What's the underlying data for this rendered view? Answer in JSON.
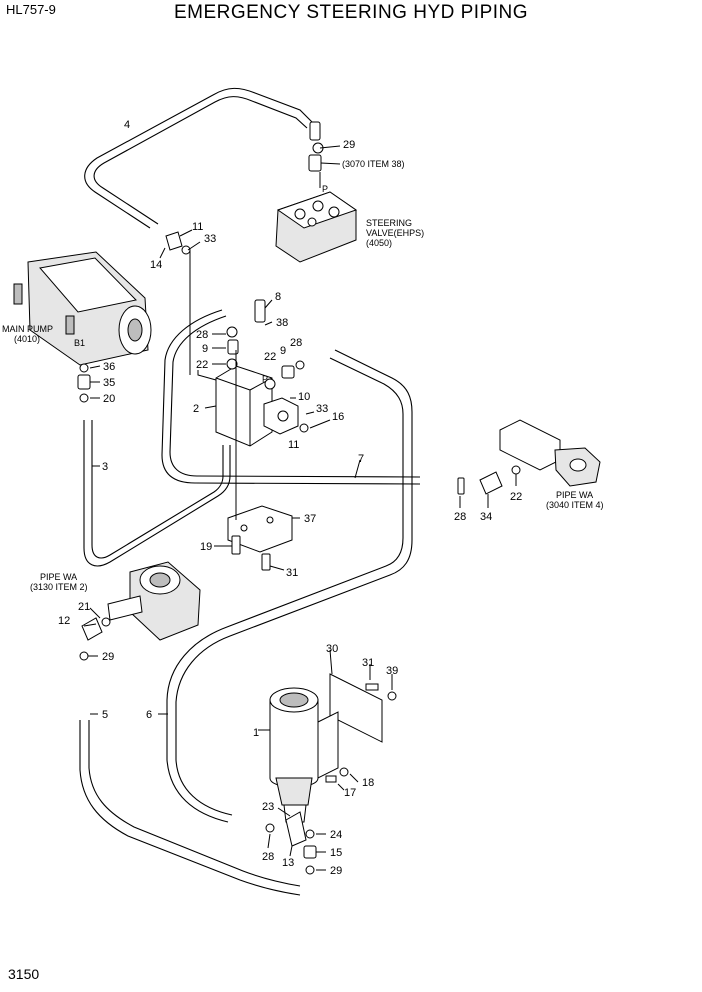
{
  "header": {
    "model": "HL757-9",
    "title": "EMERGENCY STEERING HYD PIPING"
  },
  "footer": {
    "page_number": "3150"
  },
  "callouts": {
    "c1": "1",
    "c2": "2",
    "c3": "3",
    "c4": "4",
    "c5": "5",
    "c6": "6",
    "c7": "7",
    "c8": "8",
    "c9a": "9",
    "c9b": "9",
    "c10": "10",
    "c11a": "11",
    "c11b": "11",
    "c12": "12",
    "c13": "13",
    "c14": "14",
    "c15": "15",
    "c16": "16",
    "c17": "17",
    "c18": "18",
    "c19": "19",
    "c20": "20",
    "c21": "21",
    "c22a": "22",
    "c22b": "22",
    "c22c": "22",
    "c23": "23",
    "c24": "24",
    "c28a": "28",
    "c28b": "28",
    "c28c": "28",
    "c28d": "28",
    "c29a": "29",
    "c29b": "29",
    "c29c": "29",
    "c30": "30",
    "c31a": "31",
    "c31b": "31",
    "c33a": "33",
    "c33b": "33",
    "c34": "34",
    "c35": "35",
    "c36": "36",
    "c37": "37",
    "c38": "38",
    "c39": "39"
  },
  "annotations": {
    "ref_3070": "(3070 ITEM 38)",
    "steering_valve_1": "STEERING",
    "steering_valve_2": "VALVE(EHPS)",
    "steering_valve_3": "(4050)",
    "main_pump_1": "MAIN PUMP",
    "main_pump_2": "(4010)",
    "pipe_wa_a_1": "PIPE WA",
    "pipe_wa_a_2": "(3130 ITEM 2)",
    "pipe_wa_b_1": "PIPE WA",
    "pipe_wa_b_2": "(3040 ITEM 4)",
    "port_p_valve": "P",
    "port_p_block": "P",
    "port_b1": "B1"
  }
}
